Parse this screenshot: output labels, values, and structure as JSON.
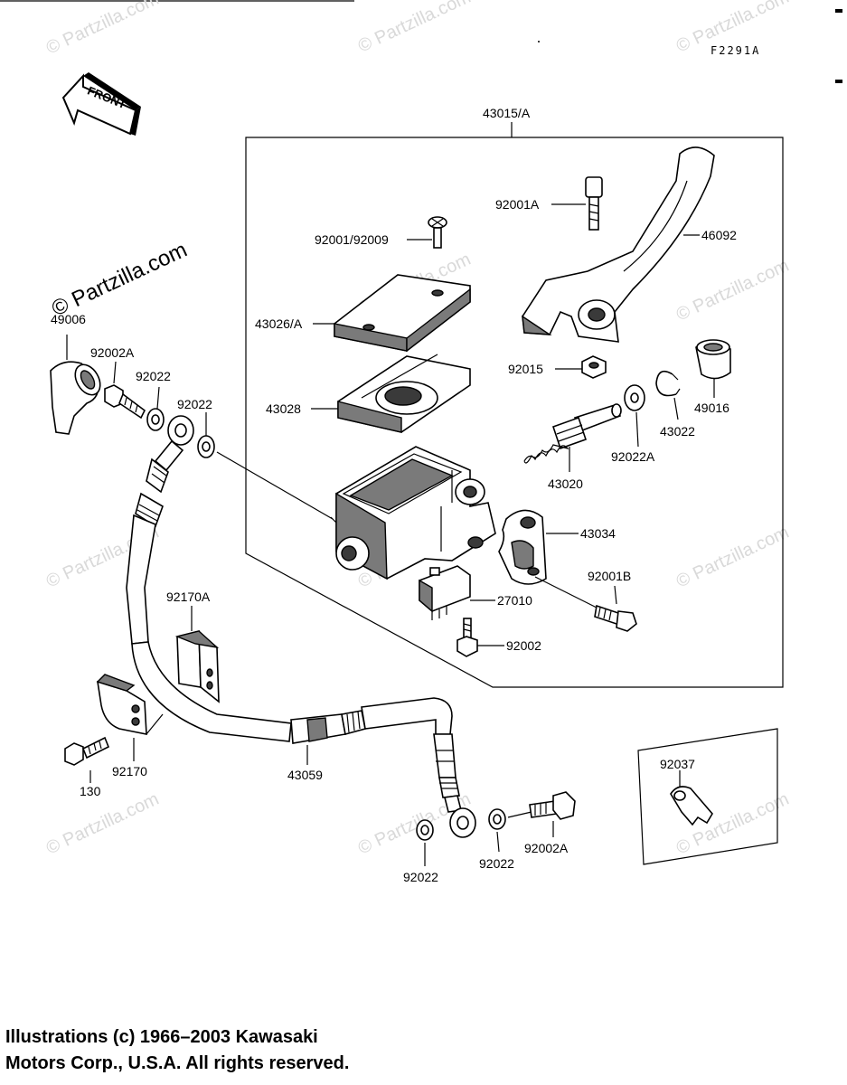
{
  "diagram": {
    "figure_code": "F2291A",
    "front_label": "FRONT",
    "watermark_text": "© Partzilla.com",
    "parts": {
      "assembly": "43015/A",
      "bolt_lever_pivot": "92001A",
      "lever": "46092",
      "cap_screw": "92001/92009",
      "cap": "43026/A",
      "diaphragm": "43028",
      "nut": "92015",
      "boot": "49016",
      "circlip": "43022",
      "washer_piston": "92022A",
      "piston_kit": "43020",
      "clamp": "43034",
      "clamp_bolt": "92001B",
      "switch": "27010",
      "switch_screw": "92002",
      "cap_fitting": "49006",
      "banjo_bolt_top": "92002A",
      "washer_top_1": "92022",
      "washer_top_2": "92022",
      "hose_guide_a": "92170A",
      "hose_guide": "92170",
      "guide_bolt": "130",
      "brake_hose": "43059",
      "washer_bottom_1": "92022",
      "washer_bottom_2": "92022",
      "banjo_bolt_bottom": "92002A",
      "hose_clamp": "92037"
    }
  },
  "footer": {
    "line1": "Illustrations (c) 1966–2003 Kawasaki",
    "line2": "Motors Corp., U.S.A.  All rights reserved."
  }
}
